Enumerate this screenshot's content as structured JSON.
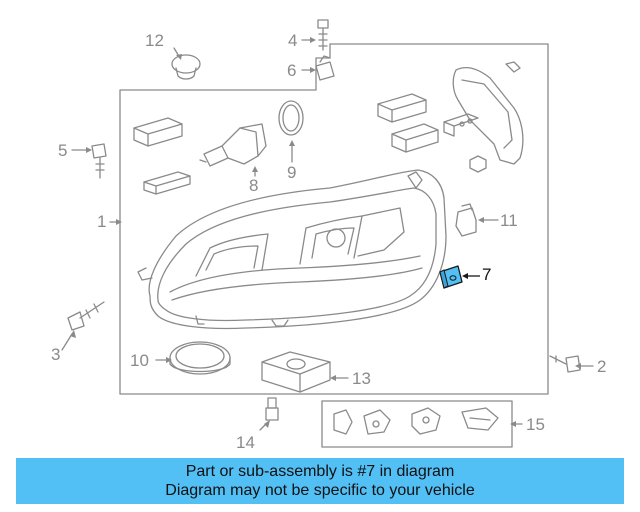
{
  "diagram": {
    "callouts": [
      {
        "id": "1",
        "label": "1"
      },
      {
        "id": "2",
        "label": "2"
      },
      {
        "id": "3",
        "label": "3"
      },
      {
        "id": "4",
        "label": "4"
      },
      {
        "id": "5",
        "label": "5"
      },
      {
        "id": "6",
        "label": "6"
      },
      {
        "id": "7",
        "label": "7"
      },
      {
        "id": "8",
        "label": "8"
      },
      {
        "id": "9",
        "label": "9"
      },
      {
        "id": "10",
        "label": "10"
      },
      {
        "id": "11",
        "label": "11"
      },
      {
        "id": "12",
        "label": "12"
      },
      {
        "id": "13",
        "label": "13"
      },
      {
        "id": "14",
        "label": "14"
      },
      {
        "id": "15",
        "label": "15"
      }
    ],
    "highlighted_part": "7",
    "colors": {
      "line": "#8a8a8a",
      "highlight": "#52bff5",
      "banner": "#52bff5"
    }
  },
  "banner": {
    "line1": "Part or sub-assembly is #7 in diagram",
    "line2": "Diagram may not be specific to your vehicle"
  }
}
